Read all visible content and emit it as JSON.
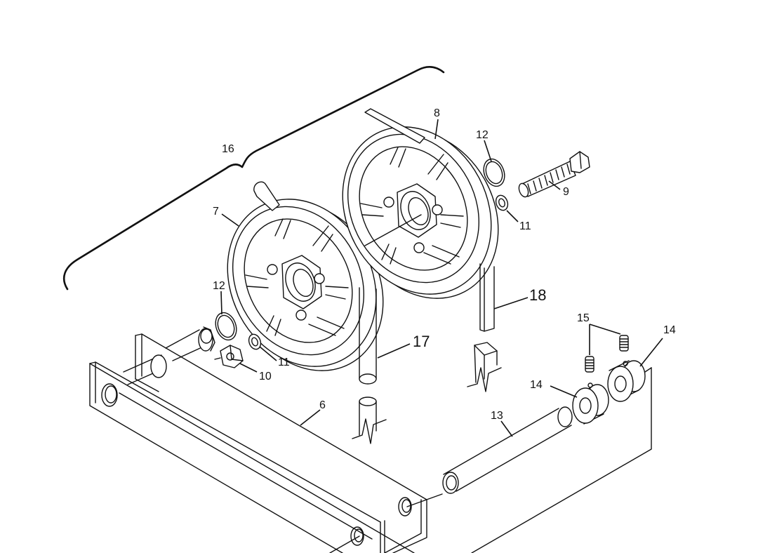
{
  "diagram": {
    "callouts": [
      {
        "id": "c6",
        "text": "6"
      },
      {
        "id": "c7",
        "text": "7"
      },
      {
        "id": "c8",
        "text": "8"
      },
      {
        "id": "c9",
        "text": "9"
      },
      {
        "id": "c10",
        "text": "10"
      },
      {
        "id": "c11a",
        "text": "11"
      },
      {
        "id": "c11b",
        "text": "11"
      },
      {
        "id": "c12a",
        "text": "12"
      },
      {
        "id": "c12b",
        "text": "12"
      },
      {
        "id": "c13",
        "text": "13"
      },
      {
        "id": "c14a",
        "text": "14"
      },
      {
        "id": "c14b",
        "text": "14"
      },
      {
        "id": "c15",
        "text": "15"
      },
      {
        "id": "c16",
        "text": "16"
      },
      {
        "id": "c17",
        "text": "17"
      },
      {
        "id": "c18",
        "text": "18"
      }
    ]
  }
}
